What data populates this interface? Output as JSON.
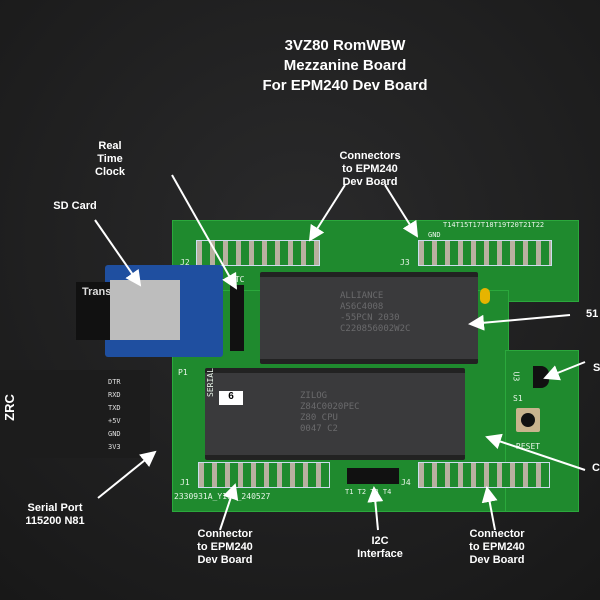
{
  "title": [
    "3VZ80 RomWBW",
    "Mezzanine Board",
    "For EPM240 Dev Board"
  ],
  "labels": {
    "rtc": "Real\nTime\nClock",
    "connectors_top": "Connectors\nto EPM240\nDev Board",
    "sd_card": "SD Card",
    "serial_port": "Serial Port\n115200 N81",
    "connector_left": "Connector\nto EPM240\nDev Board",
    "i2c": "I2C\nInterface",
    "connector_right": "Connector\nto EPM240\nDev Board",
    "right_1": "51",
    "right_2": "S",
    "right_3": "C"
  },
  "chips": {
    "ram": "ALLIANCE\nAS6C4008\n-55PCN 2030\nC220856002W2C",
    "cpu": "ZILOG\nZ84C0020PEC\nZ80 CPU\n0047    C2",
    "sticker": "6"
  },
  "silkscreen": {
    "j1": "J1",
    "j2": "J2",
    "j3": "J3",
    "j4": "J4",
    "p1": "P1",
    "serial": "SERIAL",
    "rtc": "RTC",
    "s1": "S1",
    "u3": "U3",
    "reset": "RESET",
    "board_id": "2330931A_Y106_240527",
    "t_top": "T14T15T17T18T19T20T21T22",
    "gnd": "GND",
    "t_i2c": "T1 T2 T3 T4"
  },
  "usb_adapter": {
    "brand": "ZRC",
    "pins": "DTR\nRXD\nTXD\n+5V\nGND\n3V3"
  },
  "sd_module": "Trans"
}
